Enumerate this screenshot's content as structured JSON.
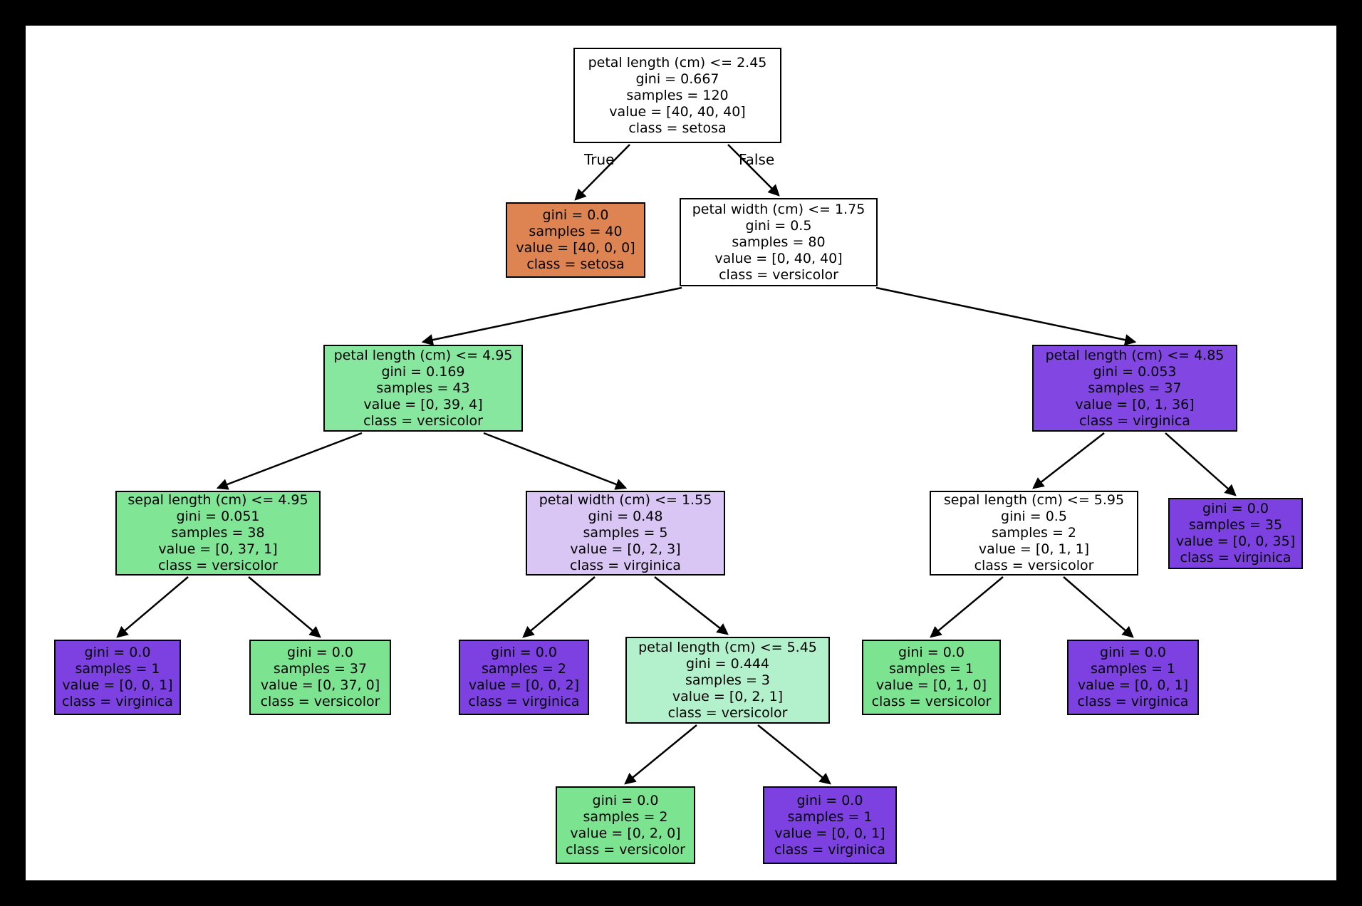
{
  "figure": {
    "frame_color": "#000000",
    "canvas_color": "#ffffff",
    "edge_color": "#000000",
    "text_color": "#000000"
  },
  "class_colors": {
    "setosa_orange": "#dd8452",
    "versicolor_green": "#7ce491",
    "virginica_purple": "#7d41e1",
    "versicolor_light_green": "#b2f1cc",
    "virginica_light_purple": "#d9c6f4",
    "impure_white": "#ffffff"
  },
  "edge_labels": {
    "true_label": "True",
    "false_label": "False"
  },
  "nodes": [
    {
      "id": "root",
      "fill": "#ffffff",
      "lines": [
        "petal length (cm) <= 2.45",
        "gini = 0.667",
        "samples = 120",
        "value = [40, 40, 40]",
        "class = setosa"
      ]
    },
    {
      "id": "setosa-leaf",
      "fill": "#dd8452",
      "lines": [
        "gini = 0.0",
        "samples = 40",
        "value = [40, 0, 0]",
        "class = setosa"
      ]
    },
    {
      "id": "petal-width-1-75",
      "fill": "#ffffff",
      "lines": [
        "petal width (cm) <= 1.75",
        "gini = 0.5",
        "samples = 80",
        "value = [0, 40, 40]",
        "class = versicolor"
      ]
    },
    {
      "id": "petal-length-4-95",
      "fill": "#88e79e",
      "lines": [
        "petal length (cm) <= 4.95",
        "gini = 0.169",
        "samples = 43",
        "value = [0, 39, 4]",
        "class = versicolor"
      ]
    },
    {
      "id": "petal-length-4-85",
      "fill": "#8246e3",
      "lines": [
        "petal length (cm) <= 4.85",
        "gini = 0.053",
        "samples = 37",
        "value = [0, 1, 36]",
        "class = virginica"
      ]
    },
    {
      "id": "sepal-length-4-95",
      "fill": "#80e595",
      "lines": [
        "sepal length (cm) <= 4.95",
        "gini = 0.051",
        "samples = 38",
        "value = [0, 37, 1]",
        "class = versicolor"
      ]
    },
    {
      "id": "petal-width-1-55",
      "fill": "#d9c6f4",
      "lines": [
        "petal width (cm) <= 1.55",
        "gini = 0.48",
        "samples = 5",
        "value = [0, 2, 3]",
        "class = virginica"
      ]
    },
    {
      "id": "sepal-length-5-95",
      "fill": "#ffffff",
      "lines": [
        "sepal length (cm) <= 5.95",
        "gini = 0.5",
        "samples = 2",
        "value = [0, 1, 1]",
        "class = versicolor"
      ]
    },
    {
      "id": "virginica-leaf-35",
      "fill": "#7d41e1",
      "lines": [
        "gini = 0.0",
        "samples = 35",
        "value = [0, 0, 35]",
        "class = virginica"
      ]
    },
    {
      "id": "virginica-leaf-a",
      "fill": "#7d41e1",
      "lines": [
        "gini = 0.0",
        "samples = 1",
        "value = [0, 0, 1]",
        "class = virginica"
      ]
    },
    {
      "id": "versicolor-leaf-37",
      "fill": "#7ce491",
      "lines": [
        "gini = 0.0",
        "samples = 37",
        "value = [0, 37, 0]",
        "class = versicolor"
      ]
    },
    {
      "id": "virginica-leaf-b",
      "fill": "#7d41e1",
      "lines": [
        "gini = 0.0",
        "samples = 2",
        "value = [0, 0, 2]",
        "class = virginica"
      ]
    },
    {
      "id": "petal-length-5-45",
      "fill": "#b2f1cc",
      "lines": [
        "petal length (cm) <= 5.45",
        "gini = 0.444",
        "samples = 3",
        "value = [0, 2, 1]",
        "class = versicolor"
      ]
    },
    {
      "id": "versicolor-leaf-c",
      "fill": "#7ce491",
      "lines": [
        "gini = 0.0",
        "samples = 1",
        "value = [0, 1, 0]",
        "class = versicolor"
      ]
    },
    {
      "id": "virginica-leaf-d",
      "fill": "#7d41e1",
      "lines": [
        "gini = 0.0",
        "samples = 1",
        "value = [0, 0, 1]",
        "class = virginica"
      ]
    },
    {
      "id": "versicolor-leaf-e",
      "fill": "#7ce491",
      "lines": [
        "gini = 0.0",
        "samples = 2",
        "value = [0, 2, 0]",
        "class = versicolor"
      ]
    },
    {
      "id": "virginica-leaf-f",
      "fill": "#7d41e1",
      "lines": [
        "gini = 0.0",
        "samples = 1",
        "value = [0, 0, 1]",
        "class = virginica"
      ]
    }
  ]
}
